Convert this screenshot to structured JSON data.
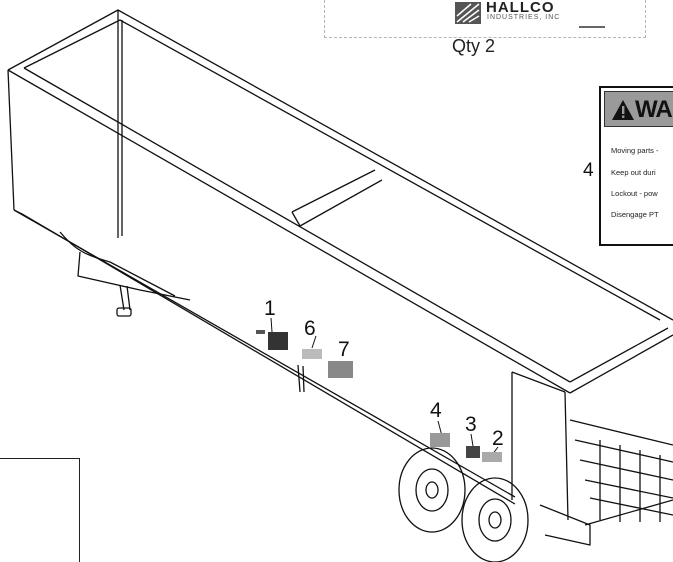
{
  "logo": {
    "name": "HALLCO",
    "subtitle": "INDUSTRIES, INC"
  },
  "qty_label": "Qty 2",
  "warning_decal": {
    "title": "WA",
    "lines": [
      "Moving parts -",
      "Keep out duri",
      "Lockout - pow",
      "Disengage PT"
    ]
  },
  "callouts": [
    {
      "id": "1",
      "label": "1"
    },
    {
      "id": "6",
      "label": "6"
    },
    {
      "id": "7",
      "label": "7"
    },
    {
      "id": "4",
      "label": "4"
    },
    {
      "id": "3",
      "label": "3"
    },
    {
      "id": "2",
      "label": "2"
    },
    {
      "id": "4-warning",
      "label": "4"
    }
  ],
  "colors": {
    "line": "#111111",
    "decal": "#8a8a8a",
    "background": "#ffffff"
  }
}
